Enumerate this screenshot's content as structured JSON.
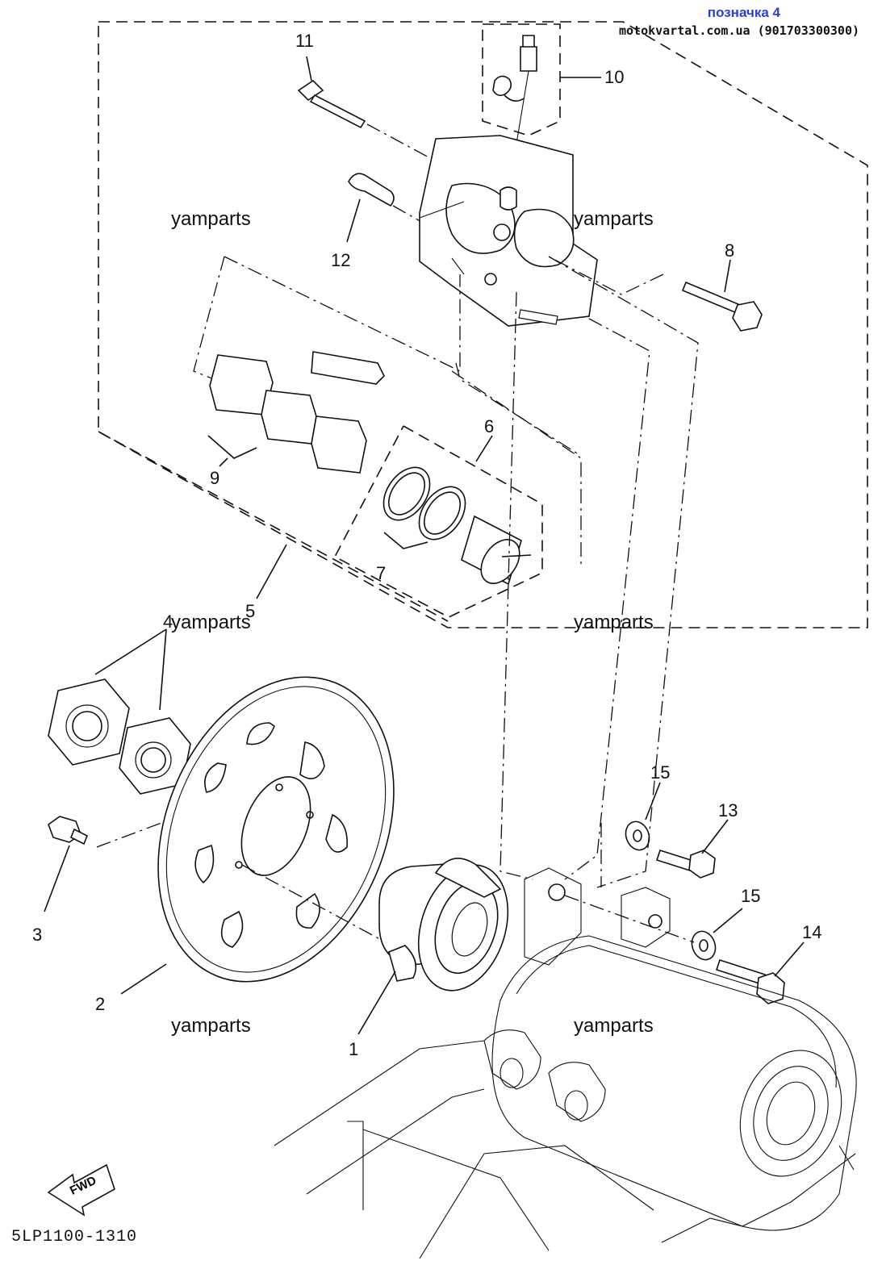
{
  "header": {
    "label": "позначка 4",
    "site": "motokvartal.com.ua (901703300300)"
  },
  "diagram_code": "5LP1100-1310",
  "watermark": "yamparts",
  "callouts": {
    "p1": "1",
    "p2": "2",
    "p3": "3",
    "p4": "4",
    "p5": "5",
    "p6": "6",
    "p7": "7",
    "p8": "8",
    "p9": "9",
    "p10": "10",
    "p11": "11",
    "p12": "12",
    "p13": "13",
    "p14": "14",
    "p15a": "15",
    "p15b": "15"
  },
  "fwd_label": "FWD"
}
